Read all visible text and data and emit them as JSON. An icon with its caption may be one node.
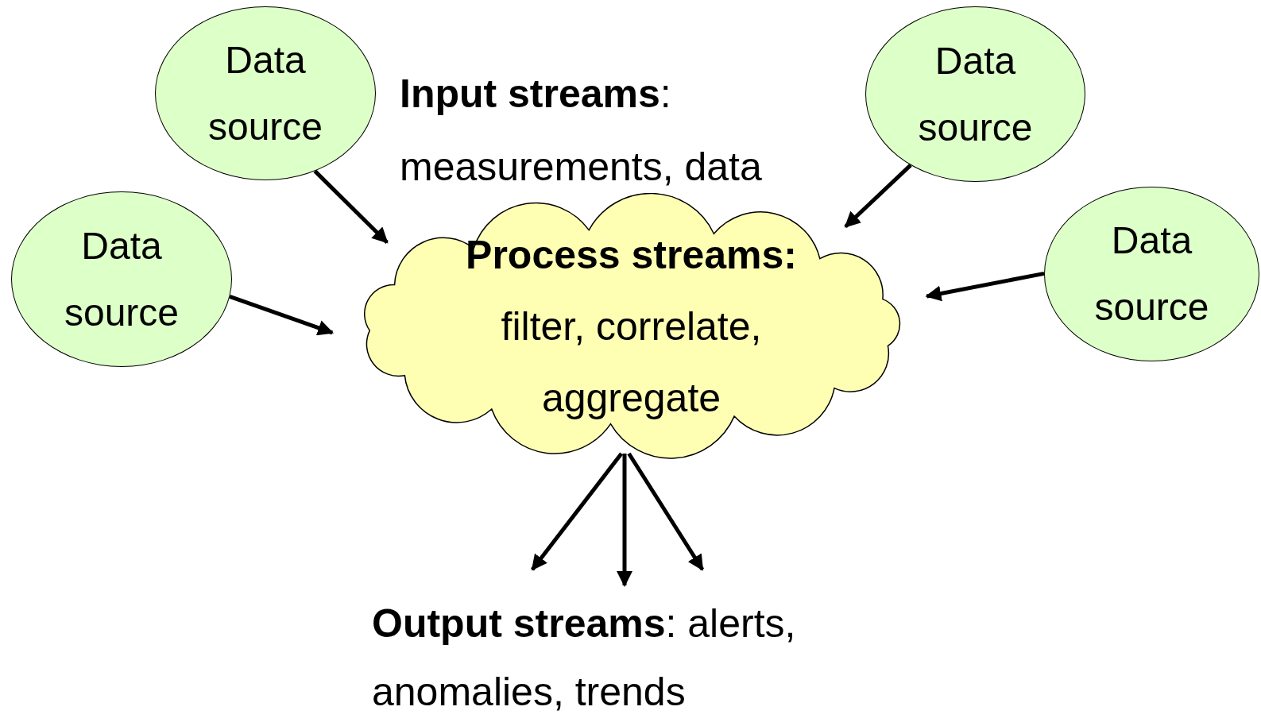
{
  "diagram": {
    "nodes": [
      {
        "text": [
          "Data source"
        ]
      },
      {
        "text": [
          "Data source"
        ]
      },
      {
        "text": [
          "Data source"
        ]
      },
      {
        "text": [
          "Data source"
        ]
      },
      {
        "text": [
          "Process streams:",
          "filter, correlate, aggregate"
        ]
      }
    ],
    "edges": [
      {
        "from": 0,
        "to": 4,
        "arrow": "to"
      },
      {
        "from": 1,
        "to": 4,
        "arrow": "to"
      },
      {
        "from": 2,
        "to": 4,
        "arrow": "to"
      },
      {
        "from": 3,
        "to": 4,
        "arrow": "to"
      },
      {
        "from": 4,
        "to": null,
        "arrow": "to"
      },
      {
        "from": 4,
        "to": null,
        "arrow": "to"
      },
      {
        "from": 4,
        "to": null,
        "arrow": "to"
      }
    ],
    "labels": [
      "**Input streams**: measurements, data",
      "**Output streams**: alerts, anomalies, trends"
    ]
  }
}
